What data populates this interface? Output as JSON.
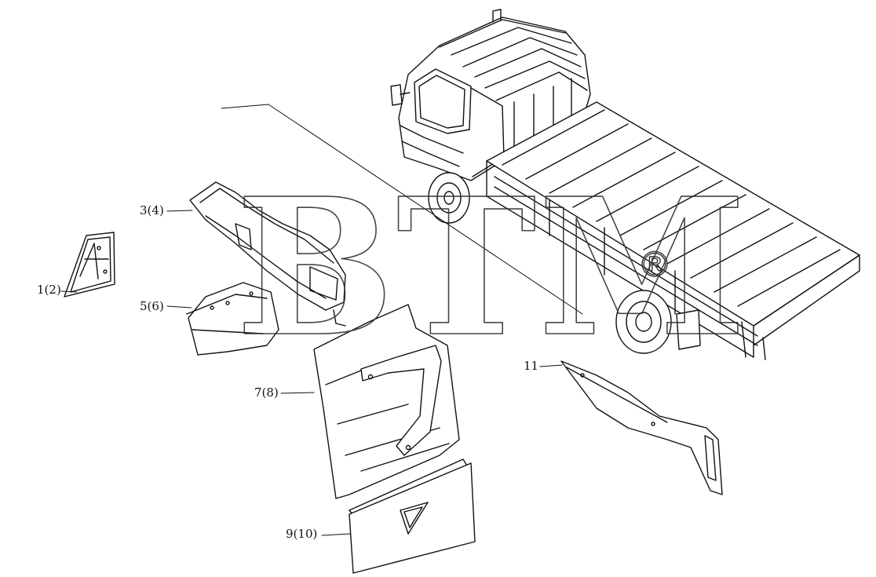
{
  "watermark": {
    "text": "BTM",
    "mark": "®"
  },
  "callouts": [
    {
      "id": "c1",
      "label": "1(2)"
    },
    {
      "id": "c3",
      "label": "3(4)"
    },
    {
      "id": "c5",
      "label": "5(6)"
    },
    {
      "id": "c7",
      "label": "7(8)"
    },
    {
      "id": "c9",
      "label": "9(10)"
    },
    {
      "id": "c11",
      "label": "11"
    }
  ]
}
